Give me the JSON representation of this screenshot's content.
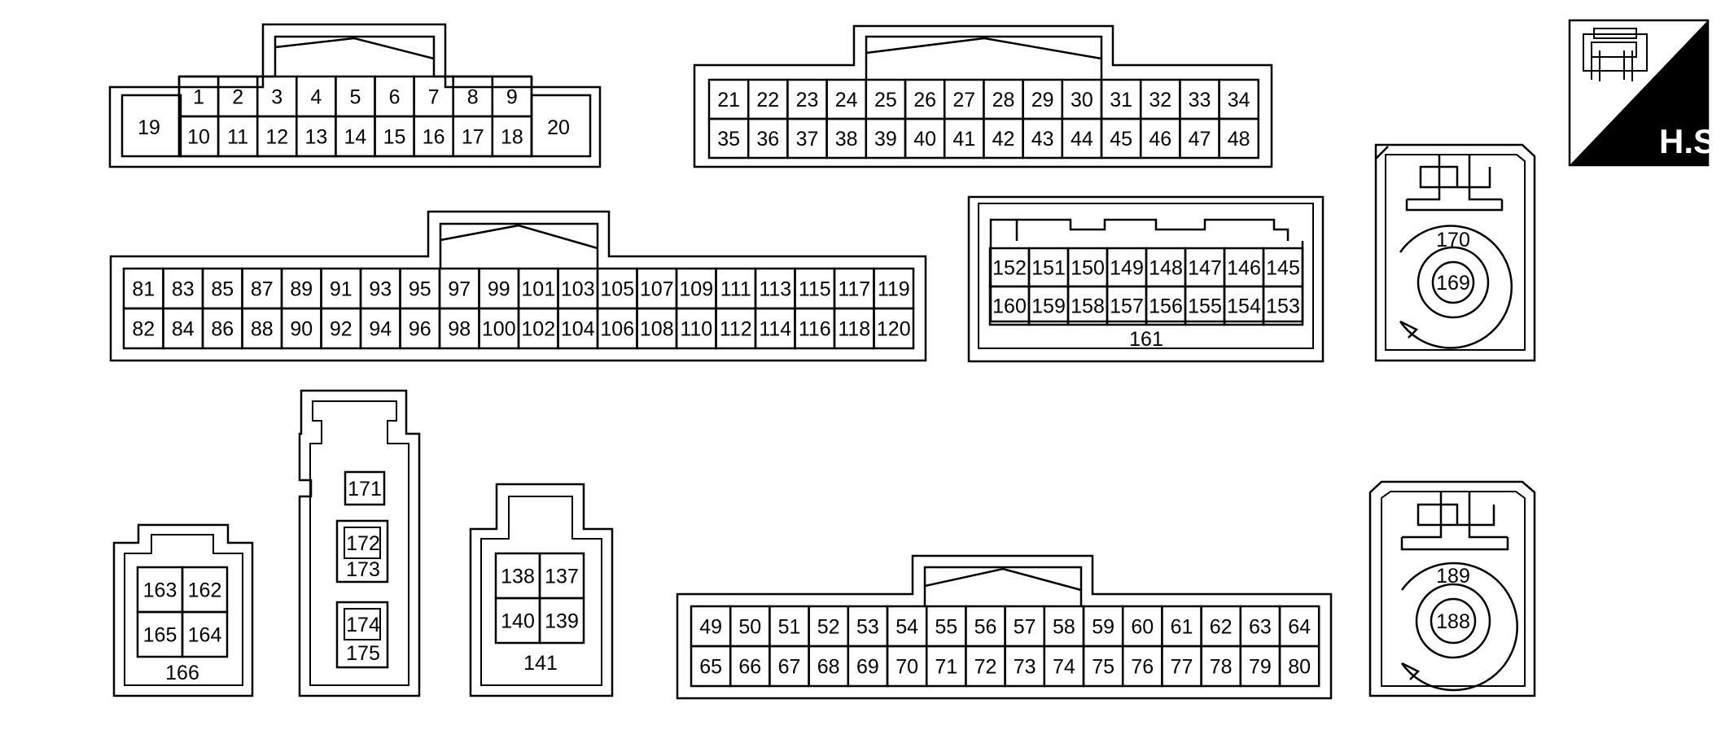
{
  "connectors": [
    {
      "id": "c-a",
      "row1": [
        "1",
        "2",
        "3",
        "4",
        "5",
        "6",
        "7",
        "8",
        "9"
      ],
      "row2": [
        "10",
        "11",
        "12",
        "13",
        "14",
        "15",
        "16",
        "17",
        "18"
      ],
      "side_left": "19",
      "side_right": "20"
    },
    {
      "id": "c-b",
      "row1": [
        "21",
        "22",
        "23",
        "24",
        "25",
        "26",
        "27",
        "28",
        "29",
        "30",
        "31",
        "32",
        "33",
        "34"
      ],
      "row2": [
        "35",
        "36",
        "37",
        "38",
        "39",
        "40",
        "41",
        "42",
        "43",
        "44",
        "45",
        "46",
        "47",
        "48"
      ]
    },
    {
      "id": "c-c",
      "row1": [
        "81",
        "83",
        "85",
        "87",
        "89",
        "91",
        "93",
        "95",
        "97",
        "99",
        "101",
        "103",
        "105",
        "107",
        "109",
        "111",
        "113",
        "115",
        "117",
        "119"
      ],
      "row2": [
        "82",
        "84",
        "86",
        "88",
        "90",
        "92",
        "94",
        "96",
        "98",
        "100",
        "102",
        "104",
        "106",
        "108",
        "110",
        "112",
        "114",
        "116",
        "118",
        "120"
      ]
    },
    {
      "id": "c-d",
      "row1": [
        "152",
        "151",
        "150",
        "149",
        "148",
        "147",
        "146",
        "145"
      ],
      "row2": [
        "160",
        "159",
        "158",
        "157",
        "156",
        "155",
        "154",
        "153"
      ],
      "label": "161"
    },
    {
      "id": "c-e",
      "row1": [
        "49",
        "50",
        "51",
        "52",
        "53",
        "54",
        "55",
        "56",
        "57",
        "58",
        "59",
        "60",
        "61",
        "62",
        "63",
        "64"
      ],
      "row2": [
        "65",
        "66",
        "67",
        "68",
        "69",
        "70",
        "71",
        "72",
        "73",
        "74",
        "75",
        "76",
        "77",
        "78",
        "79",
        "80"
      ]
    },
    {
      "id": "c-f",
      "grid": [
        [
          "163",
          "162"
        ],
        [
          "165",
          "164"
        ]
      ],
      "label": "166"
    },
    {
      "id": "c-g",
      "grid": [
        [
          "138",
          "137"
        ],
        [
          "140",
          "139"
        ]
      ],
      "label": "141"
    },
    {
      "id": "c-h",
      "pins": [
        "171",
        "172",
        "173",
        "174",
        "175"
      ]
    },
    {
      "id": "c-i",
      "center": "169",
      "label": "170"
    },
    {
      "id": "c-j",
      "center": "188",
      "label": "189"
    }
  ],
  "badge": {
    "text": "H.S.",
    "icon": "connector-icon"
  }
}
